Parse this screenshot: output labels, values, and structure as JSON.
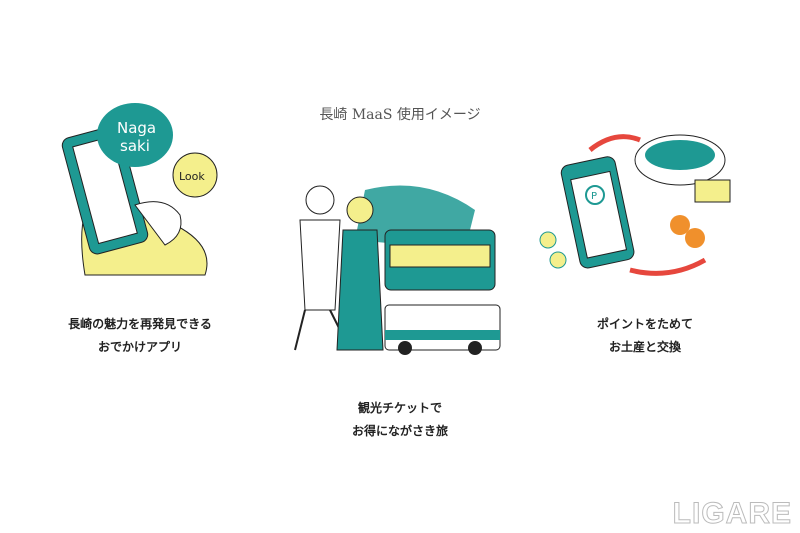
{
  "title": "長崎 MaaS 使用イメージ",
  "panels": [
    {
      "caption_line1": "長崎の魅力を再発見できる",
      "caption_line2": "おでかけアプリ",
      "bubble_main": "Naga saki",
      "bubble_small": "Look"
    },
    {
      "caption_line1": "観光チケットで",
      "caption_line2": "お得にながさき旅"
    },
    {
      "caption_line1": "ポイントをためて",
      "caption_line2": "お土産と交換"
    }
  ],
  "logo": "LIGARE",
  "colors": {
    "teal": "#1e9993",
    "yellow": "#f4ef8c",
    "red": "#e6473d"
  }
}
